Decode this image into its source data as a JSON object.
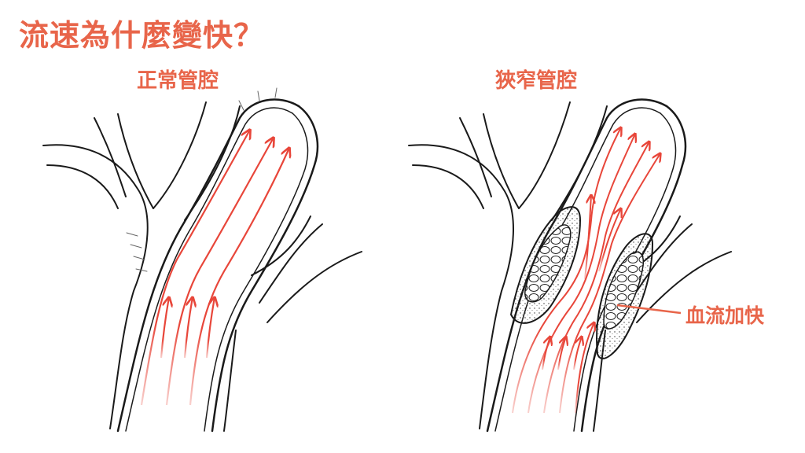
{
  "page": {
    "title": "流速為什麼變快？"
  },
  "panels": {
    "normal": {
      "title": "正常管腔"
    },
    "narrow": {
      "title": "狹窄管腔"
    }
  },
  "callout": {
    "label": "血流加快"
  },
  "colors": {
    "accent": "#e8654a",
    "arrow": "#e8463a",
    "ink": "#1a1a1a"
  }
}
